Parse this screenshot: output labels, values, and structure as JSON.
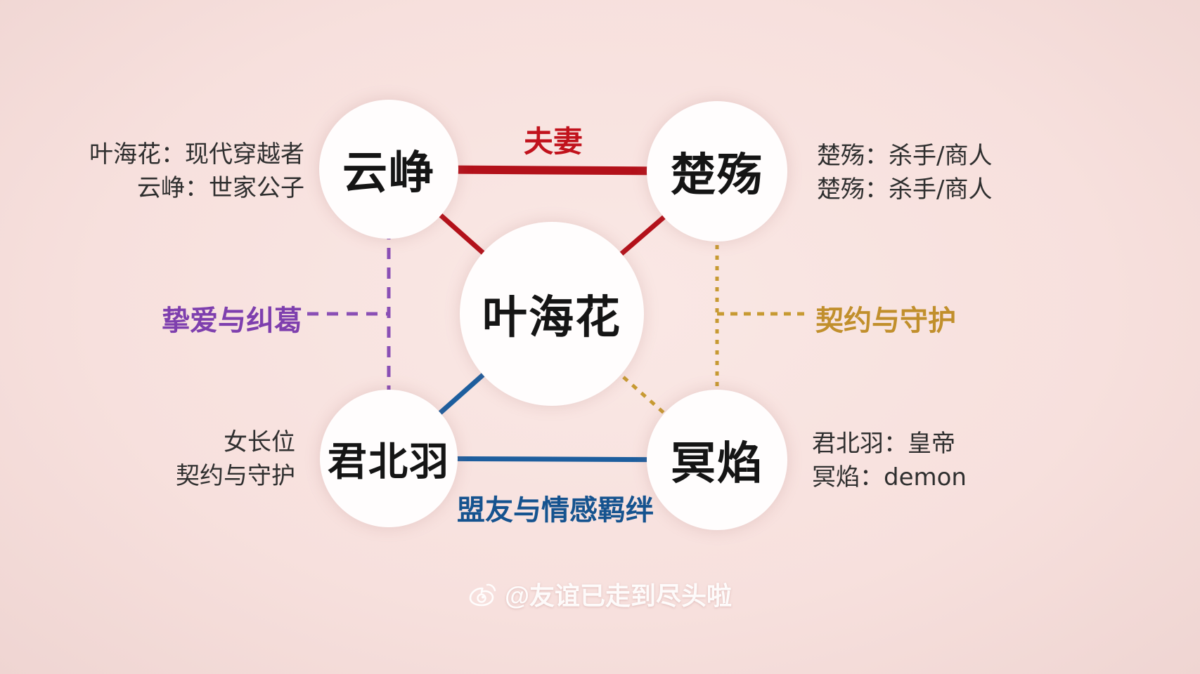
{
  "diagram_title": "character-relationship-map",
  "nodes": {
    "center": {
      "label": "叶海花"
    },
    "top_left": {
      "label": "云峥"
    },
    "top_right": {
      "label": "楚殇"
    },
    "bottom_left": {
      "label": "君北羽"
    },
    "bottom_right": {
      "label": "冥焰"
    }
  },
  "edges": {
    "spouse": {
      "label": "夫妻",
      "from": "云峥",
      "to": "楚殇",
      "style": "solid-thick",
      "color": "#b3111a"
    },
    "love": {
      "label": "挚爱与纠葛",
      "from": "云峥",
      "to": "君北羽",
      "style": "dashed",
      "color": "#8a4fb5"
    },
    "contract": {
      "label": "契约与守护",
      "from": "楚殇",
      "to": "冥焰",
      "style": "dashed",
      "color": "#c79a33"
    },
    "ally": {
      "label": "盟友与情感羁绊",
      "from": "君北羽",
      "to": "冥焰",
      "style": "solid",
      "color": "#1d5e9e"
    },
    "center_top_left": {
      "from": "叶海花",
      "to": "云峥",
      "style": "solid",
      "color": "#b3111a"
    },
    "center_top_right": {
      "from": "叶海花",
      "to": "楚殇",
      "style": "solid",
      "color": "#b3111a"
    },
    "center_bottom_left": {
      "from": "叶海花",
      "to": "君北羽",
      "style": "solid",
      "color": "#1d5e9e"
    },
    "center_bottom_right": {
      "from": "叶海花",
      "to": "冥焰",
      "style": "dashed",
      "color": "#c79a33"
    }
  },
  "annotations": {
    "top_left": [
      "叶海花：现代穿越者",
      "云峥：世家公子"
    ],
    "top_right": [
      "楚殇：杀手/商人",
      "楚殇：杀手/商人"
    ],
    "bottom_left": [
      "女长位",
      "契约与守护"
    ],
    "bottom_right": [
      "君北羽：皇帝",
      "冥焰：demon"
    ]
  },
  "watermark": {
    "icon": "weibo-icon",
    "text": "@友谊已走到尽头啦"
  },
  "colors": {
    "background": "#f7e0dd",
    "red": "#b3111a",
    "red_text": "#c1121c",
    "purple": "#8a4fb5",
    "gold": "#c79a33",
    "blue": "#1d5e9e",
    "node_fill": "#fffdfd",
    "annotation_text": "#2f2f2f"
  }
}
